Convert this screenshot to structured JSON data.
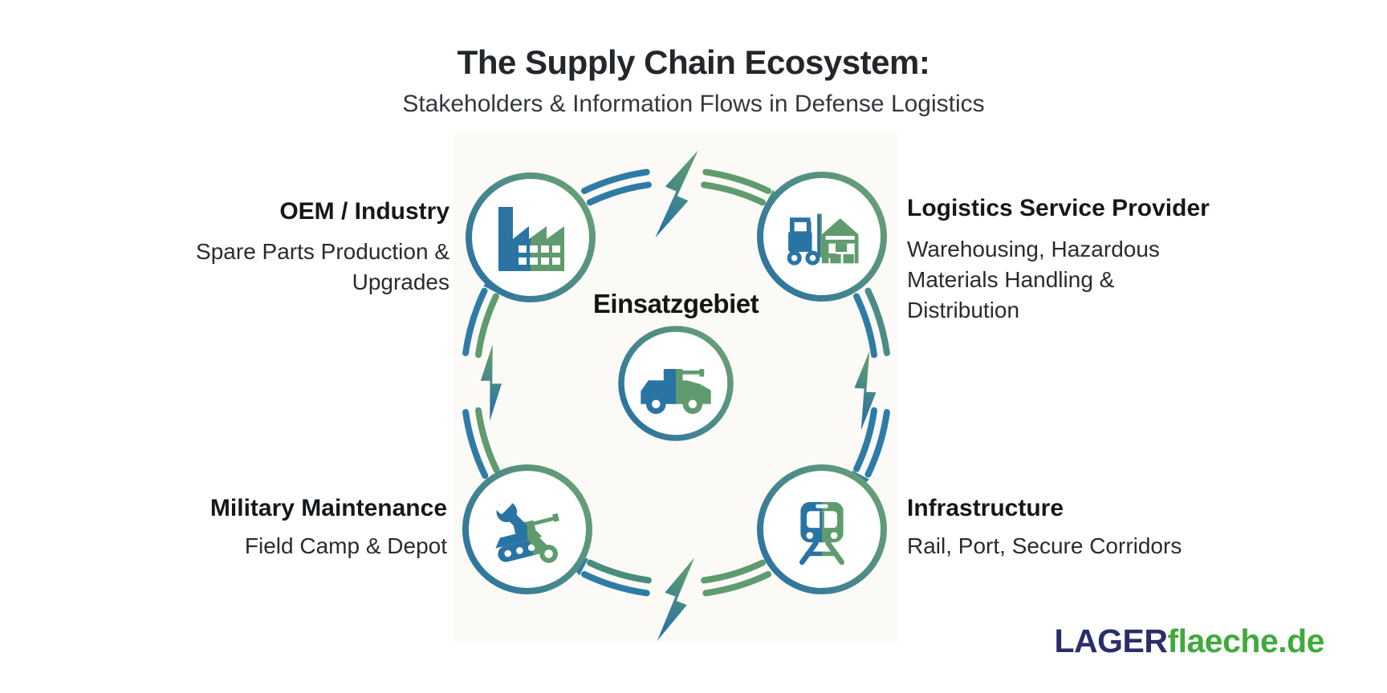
{
  "header": {
    "title": "The Supply Chain Ecosystem:",
    "subtitle": "Stakeholders & Information Flows in Defense Logistics"
  },
  "diagram": {
    "center_label": "Einsatzgebiet",
    "center_icon": "armored-vehicle-icon",
    "flow_icon": "lightning-bolt-icon",
    "flow_direction": "clockwise",
    "cycle": [
      "oem",
      "lsp",
      "infrastructure",
      "maintenance"
    ],
    "nodes": {
      "oem": {
        "title": "OEM / Industry",
        "line1": "Spare Parts Production &",
        "line2": "Upgrades",
        "icon": "factory-icon",
        "position": "top-left"
      },
      "lsp": {
        "title": "Logistics Service Provider",
        "line1": "Warehousing, Hazardous",
        "line2": "Materials Handling &",
        "line3": "Distribution",
        "icon": "forklift-warehouse-icon",
        "position": "top-right"
      },
      "maintenance": {
        "title": "Military Maintenance",
        "line1": "Field Camp & Depot",
        "icon": "wrench-tank-icon",
        "position": "bottom-left"
      },
      "infrastructure": {
        "title": "Infrastructure",
        "line1": "Rail, Port, Secure Corridors",
        "icon": "train-icon",
        "position": "bottom-right"
      }
    }
  },
  "logo": {
    "prefix": "LAGER",
    "suffix": "flaeche.de"
  },
  "colors": {
    "blue": "#2a74a4",
    "green": "#5f9b6e",
    "arc_blue": "#2e7ca6",
    "arc_green": "#5f9b6e",
    "logo_navy": "#2b2d6a",
    "logo_green": "#3faa3c",
    "text_dark": "#23272b",
    "background": "#ffffff"
  }
}
